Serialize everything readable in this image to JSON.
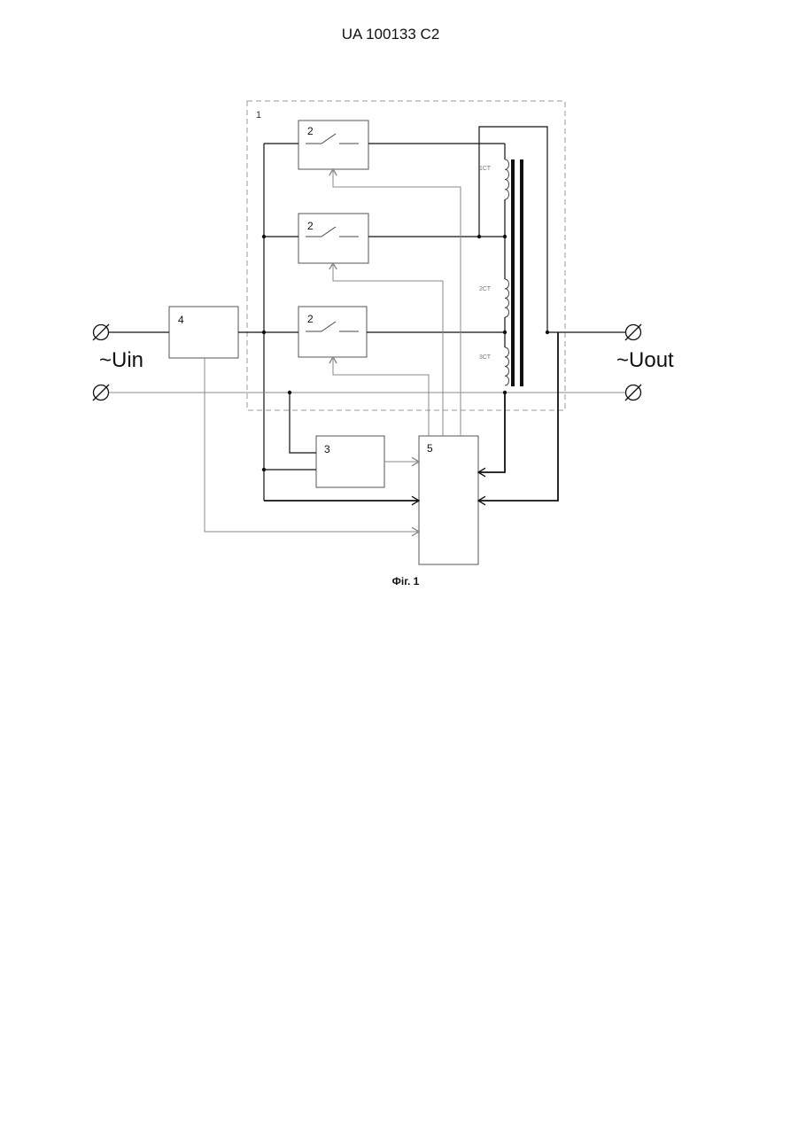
{
  "header": {
    "document_number": "UA   100133   C2"
  },
  "diagram": {
    "frame_label": "1",
    "blocks": [
      {
        "id": "switch-top",
        "label": "2"
      },
      {
        "id": "switch-middle",
        "label": "2"
      },
      {
        "id": "switch-bottom",
        "label": "2"
      },
      {
        "id": "block-3",
        "label": "3"
      },
      {
        "id": "block-4",
        "label": "4"
      },
      {
        "id": "block-5",
        "label": "5"
      }
    ],
    "coils": [
      {
        "id": "coil-1",
        "label": "1СТ"
      },
      {
        "id": "coil-2",
        "label": "2СТ"
      },
      {
        "id": "coil-3",
        "label": "3СТ"
      }
    ],
    "input_label": "~Uin",
    "output_label": "~Uout",
    "caption": "Фіг. 1"
  },
  "colors": {
    "ink": "#111111",
    "thin_line": "#888888",
    "frame": "#999999"
  }
}
